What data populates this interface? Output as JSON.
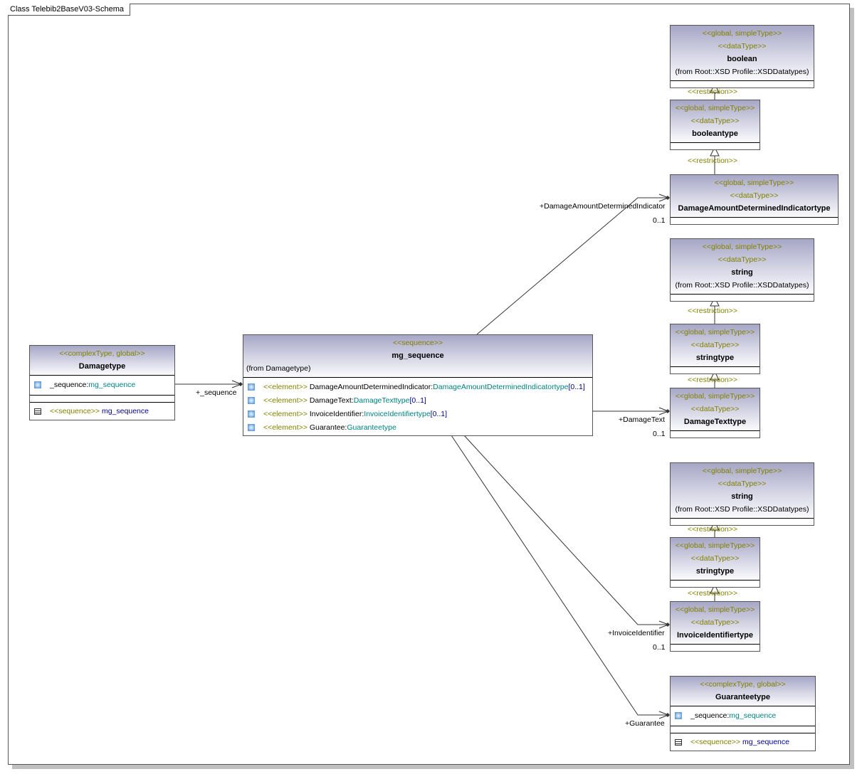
{
  "frame": {
    "title": "Class Telebib2BaseV03-Schema"
  },
  "classes": {
    "boolean": {
      "stereotypes": [
        "<<global, simpleType>>",
        "<<dataType>>"
      ],
      "name": "boolean",
      "from": "(from Root::XSD Profile::XSDDatatypes)"
    },
    "booleantype": {
      "stereotypes": [
        "<<global, simpleType>>",
        "<<dataType>>"
      ],
      "name": "booleantype"
    },
    "damage_amount_type": {
      "stereotypes": [
        "<<global, simpleType>>",
        "<<dataType>>"
      ],
      "name": "DamageAmountDeterminedIndicatortype"
    },
    "string1": {
      "stereotypes": [
        "<<global, simpleType>>",
        "<<dataType>>"
      ],
      "name": "string",
      "from": "(from Root::XSD Profile::XSDDatatypes)"
    },
    "stringtype1": {
      "stereotypes": [
        "<<global, simpleType>>",
        "<<dataType>>"
      ],
      "name": "stringtype"
    },
    "damage_text_type": {
      "stereotypes": [
        "<<global, simpleType>>",
        "<<dataType>>"
      ],
      "name": "DamageTexttype"
    },
    "string2": {
      "stereotypes": [
        "<<global, simpleType>>",
        "<<dataType>>"
      ],
      "name": "string",
      "from": "(from Root::XSD Profile::XSDDatatypes)"
    },
    "stringtype2": {
      "stereotypes": [
        "<<global, simpleType>>",
        "<<dataType>>"
      ],
      "name": "stringtype"
    },
    "invoice_identifier_type": {
      "stereotypes": [
        "<<global, simpleType>>",
        "<<dataType>>"
      ],
      "name": "InvoiceIdentifiertype"
    },
    "damagetype": {
      "stereotype": "<<complexType, global>>",
      "name": "Damagetype",
      "attribute": {
        "name": "_sequence:",
        "type": "mg_sequence"
      },
      "operation": {
        "keyword": "<<sequence>>",
        "name": " mg_sequence"
      }
    },
    "guaranteetype": {
      "stereotype": "<<complexType, global>>",
      "name": "Guaranteetype",
      "attribute": {
        "name": "_sequence:",
        "type": "mg_sequence"
      },
      "operation": {
        "keyword": "<<sequence>>",
        "name": " mg_sequence"
      }
    },
    "mg_sequence": {
      "stereotype": "<<sequence>>",
      "name": "mg_sequence",
      "from": "(from Damagetype)",
      "elements": [
        {
          "keyword": "<<element>> ",
          "name": "DamageAmountDeterminedIndicator:",
          "type": "DamageAmountDeterminedIndicatortype",
          "mult": "[0..1]"
        },
        {
          "keyword": "<<element>> ",
          "name": "DamageText:",
          "type": "DamageTexttype",
          "mult": "[0..1]"
        },
        {
          "keyword": "<<element>> ",
          "name": "InvoiceIdentifier:",
          "type": "InvoiceIdentifiertype",
          "mult": "[0..1]"
        },
        {
          "keyword": "<<element>> ",
          "name": "Guarantee:",
          "type": "Guaranteetype",
          "mult": ""
        }
      ]
    }
  },
  "relations": {
    "restriction_label": "<<restriction>>",
    "sequence_role": "+_sequence",
    "damage_amount_role": "+DamageAmountDeterminedIndicator",
    "damage_amount_mult": "0..1",
    "damage_text_role": "+DamageText",
    "damage_text_mult": "0..1",
    "invoice_role": "+InvoiceIdentifier",
    "invoice_mult": "0..1",
    "guarantee_role": "+Guarantee"
  }
}
